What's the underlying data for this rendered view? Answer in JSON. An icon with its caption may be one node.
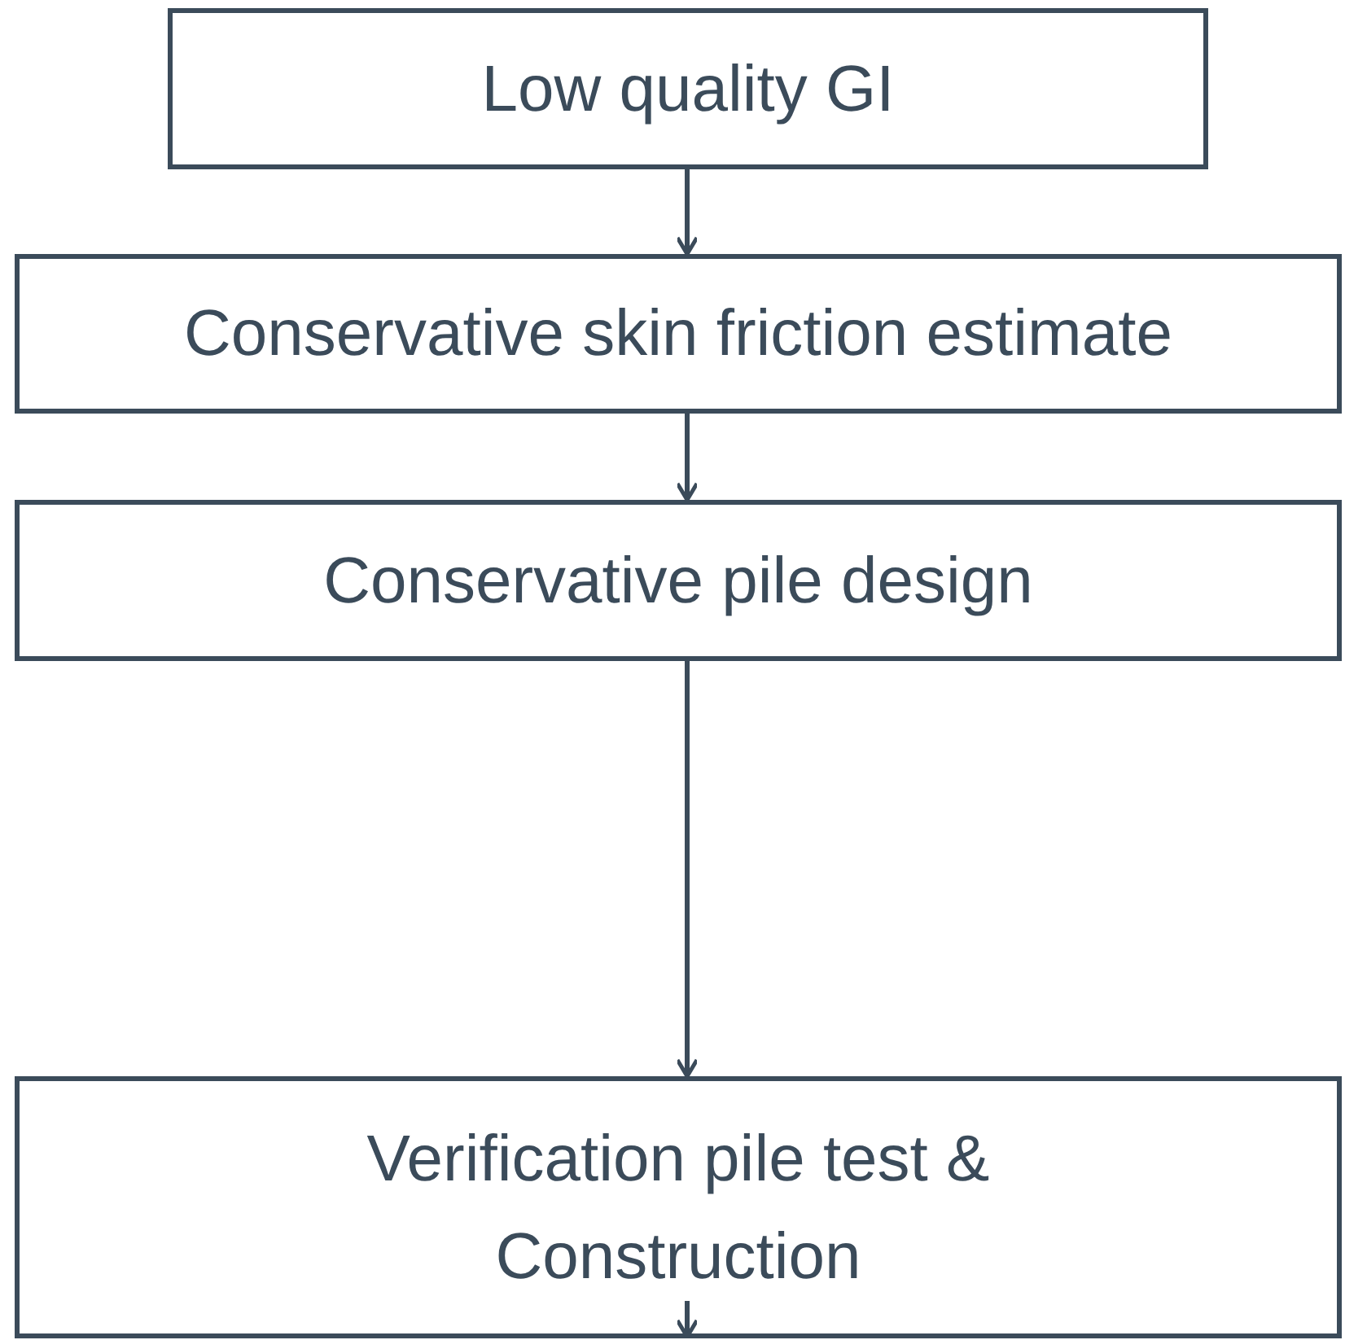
{
  "diagram": {
    "nodes": [
      {
        "text": [
          "Low quality GI"
        ]
      },
      {
        "text": [
          "Conservative skin friction estimate"
        ]
      },
      {
        "text": [
          "Conservative pile design"
        ]
      },
      {
        "text": [
          "Verification pile test & Construction"
        ]
      }
    ],
    "edges": [
      {
        "from": 0,
        "to": 1,
        "arrow": "to"
      },
      {
        "from": 1,
        "to": 2,
        "arrow": "to"
      },
      {
        "from": 2,
        "to": 3,
        "arrow": "to"
      },
      {
        "from": null,
        "to": 3,
        "arrow": "to"
      }
    ]
  }
}
